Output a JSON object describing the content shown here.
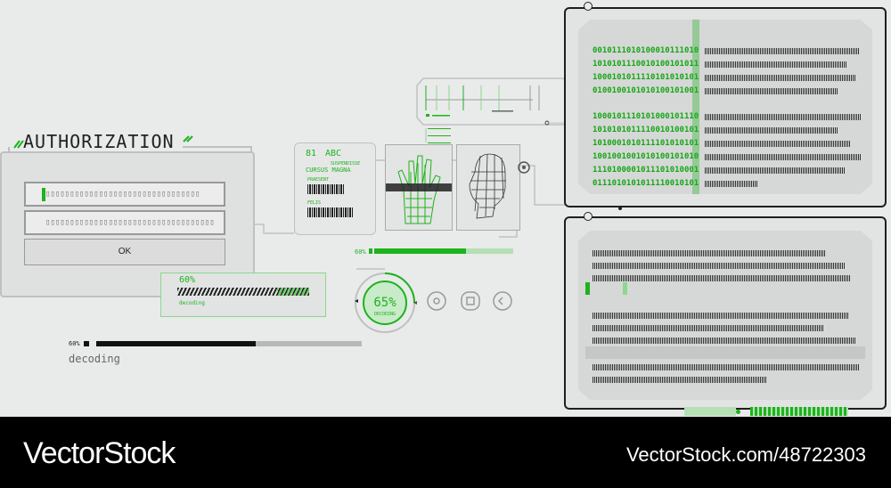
{
  "auth": {
    "title": "AUTHORIZATION",
    "username_value": "▯▯▯▯▯▯▯▯▯▯▯▯▯▯▯▯▯▯▯▯▯▯▯▯▯▯▯▯▯▯▯▯",
    "password_value": "▯▯▯▯▯▯▯▯▯▯▯▯▯▯▯▯▯▯▯▯▯▯▯▯▯▯▯▯▯▯▯▯▯▯▯",
    "ok_label": "OK"
  },
  "decoding_bar": {
    "percent_label": "60%",
    "label": "decoding",
    "progress": 0.6
  },
  "progress_box": {
    "percent_label": "60%",
    "label": "decoding"
  },
  "barcode_card": {
    "code": "81",
    "abc": "ABC",
    "line1": "SUSPENDISSE",
    "line2": "CURSUS MAGNA",
    "line3": "PRAESENT",
    "line4": "FELIS"
  },
  "scan_bar": {
    "percent_label": "60%"
  },
  "dial": {
    "percent_label": "65%",
    "label": "DECODING"
  },
  "top_code": {
    "rows": [
      "0010111010100010111010",
      "1010101110010100101011",
      "1000101011110101010101",
      "0100100101010100101001",
      "1000101110101000101110",
      "1010101011110010100101",
      "1010001010111101010101",
      "1001001001010100101010",
      "1110100001011101010001",
      "0111010101011110010101"
    ]
  },
  "chips": {
    "line1": "▯ ▯▯▯▯▯▯▯ ▯▯▯▯▯▯▯ ▯▯▯",
    "line2": "▯ ▯▯▯▯▯▯▯▯ ▯▯▯▯▯▯▯",
    "line3": "▯ ▯▯▯▯▯▯▯▯ ▯▯▯▯▯▯"
  },
  "watermark": {
    "brand": "VectorStock",
    "id": "VectorStock.com/48722303"
  },
  "colors": {
    "accent": "#1db31d",
    "panel": "#e2e3e3",
    "dark": "#1f1f1f"
  }
}
